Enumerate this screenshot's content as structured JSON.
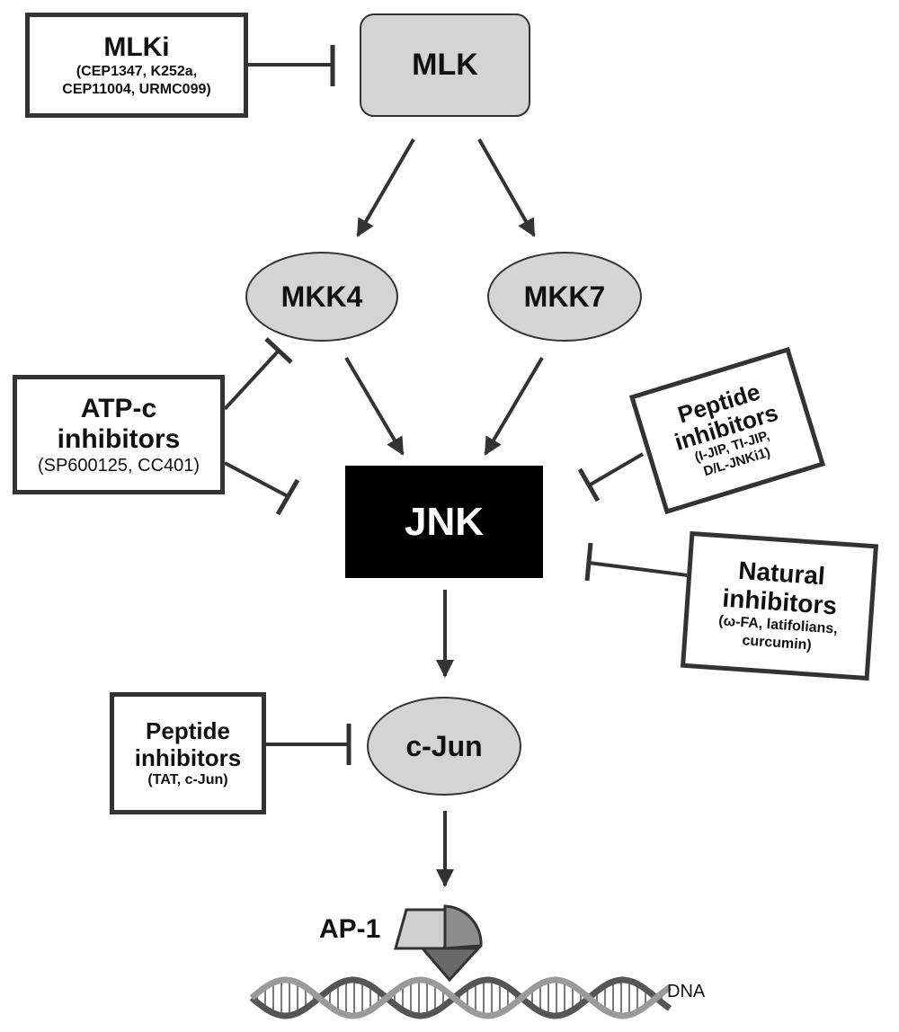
{
  "nodes": {
    "mlk": "MLK",
    "mkk4": "MKK4",
    "mkk7": "MKK7",
    "jnk": "JNK",
    "cjun": "c-Jun",
    "ap1": "AP-1",
    "dna": "DNA"
  },
  "inhibitors": {
    "mlki": {
      "title": "MLKi",
      "line1": "(CEP1347, K252a,",
      "line2": "CEP11004, URMC099)"
    },
    "atpc": {
      "title1": "ATP-c",
      "title2": "inhibitors",
      "sub": "(SP600125, CC401)"
    },
    "peptide_jnk": {
      "title1": "Peptide",
      "title2": "inhibitors",
      "line1": "(I-JIP, TI-JIP,",
      "line2": "D/L-JNKi1)"
    },
    "natural": {
      "title1": "Natural",
      "title2": "inhibitors",
      "line1": "(ω-FA, latifolians,",
      "line2": "curcumin)"
    },
    "peptide_cjun": {
      "title1": "Peptide",
      "title2": "inhibitors",
      "sub": "(TAT, c-Jun)"
    }
  },
  "colors": {
    "node_fill": "#d4d4d4",
    "jnk_fill": "#000000",
    "line": "#333333"
  }
}
